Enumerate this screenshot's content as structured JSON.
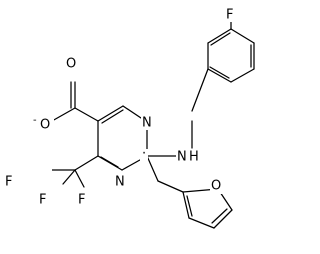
{
  "structure": {
    "atoms": {
      "fluorine_top": "F",
      "oxygen_double": "O",
      "oxygen_anion": "O",
      "charge_minus": "-",
      "ring_n_top": "N",
      "ring_n_bottom": "N",
      "amine_n": "N",
      "amine_h": "H",
      "cf3_f_left": "F",
      "cf3_f_middle": "F",
      "cf3_f_bottom": "F",
      "furan_o": "O",
      "radical_dot": "·"
    }
  }
}
